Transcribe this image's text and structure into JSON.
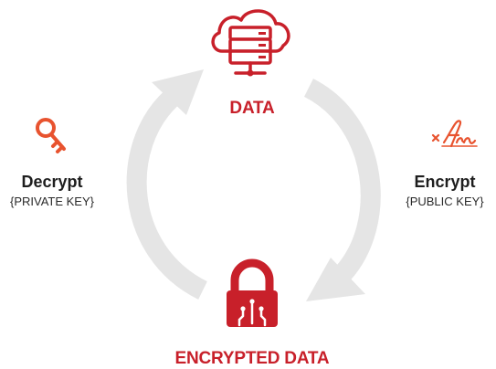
{
  "nodes": {
    "data": {
      "label": "DATA",
      "icon": "cloud-server-icon"
    },
    "encrypted": {
      "label": "ENCRYPTED DATA",
      "icon": "padlock-circuit-icon"
    },
    "decrypt": {
      "title": "Decrypt",
      "subtitle": "{PRIVATE KEY}",
      "icon": "key-icon"
    },
    "encrypt": {
      "title": "Encrypt",
      "subtitle": "{PUBLIC KEY}",
      "icon": "signature-icon"
    }
  },
  "colors": {
    "red": "#c8202a",
    "orange": "#e8532f",
    "arrow_gray": "#e5e5e5",
    "text_dark": "#1e1e1e"
  }
}
